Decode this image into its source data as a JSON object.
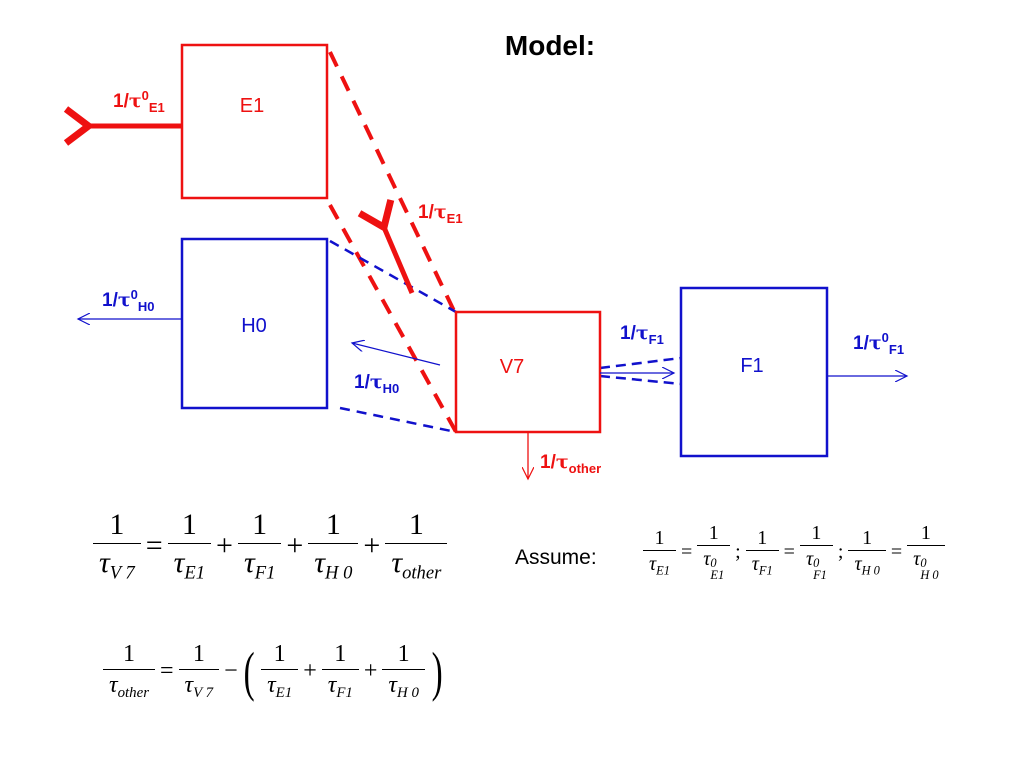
{
  "title": "Model:",
  "boxes": {
    "e1": "E1",
    "h0": "H0",
    "v7": "V7",
    "f1": "F1"
  },
  "rates": {
    "prefix": "1/",
    "tau": "τ",
    "zero": "0",
    "e1_escape_sub": "E1",
    "e1_transfer_sub": "E1",
    "h0_escape_sub": "H0",
    "h0_transfer_sub": "H0",
    "f1_transfer_sub": "F1",
    "f1_escape_sub": "F1",
    "other_sub": "other"
  },
  "equations": {
    "one": "1",
    "equals": "=",
    "plus": "+",
    "minus": "−",
    "semicolon": ";",
    "tau": "τ",
    "zero": "0",
    "sub_v7": "V 7",
    "sub_e1": "E1",
    "sub_f1": "F1",
    "sub_h0": "H 0",
    "sub_other": "other",
    "lparen": "(",
    "rparen": ")"
  },
  "assume_label": "Assume:",
  "colors": {
    "red": "#ee1111",
    "blue": "#1111cc"
  }
}
